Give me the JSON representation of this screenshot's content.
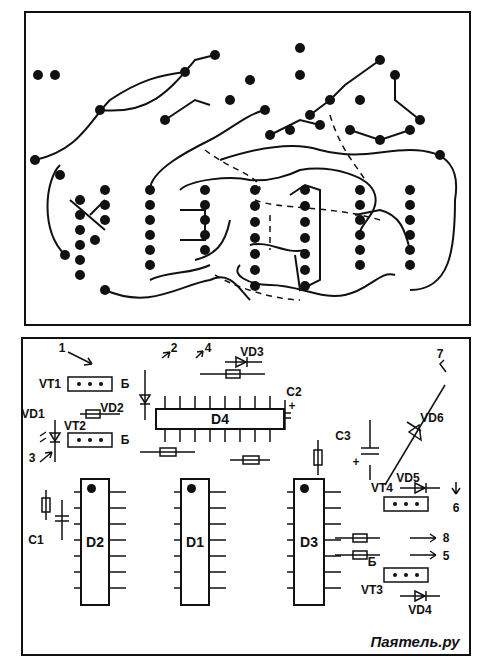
{
  "diagram": {
    "nodes": [
      {
        "text": [
          "D4"
        ]
      },
      {
        "text": [
          "D2"
        ]
      },
      {
        "text": [
          "D1"
        ]
      },
      {
        "text": [
          "D3"
        ]
      }
    ],
    "labels": [
      "1",
      "2",
      "4",
      "VD3",
      "7",
      "VT1",
      "Б",
      "VD2",
      "C2",
      "+",
      "VD1",
      "VT2",
      "Б",
      "3",
      "C3",
      "+",
      "VD6",
      "C1",
      "VT4",
      "VD5",
      "6",
      "8",
      "5",
      "Б",
      "VT3",
      "VD4",
      "Паятель.ру"
    ]
  }
}
